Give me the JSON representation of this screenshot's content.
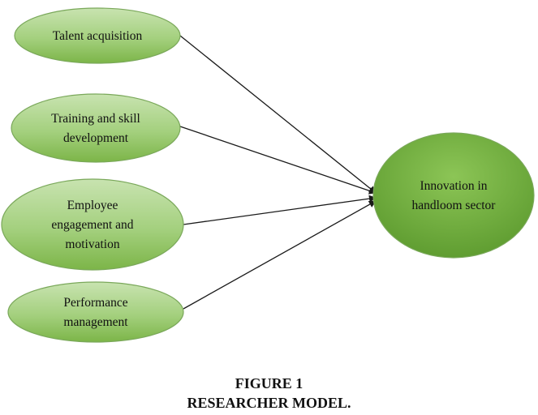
{
  "diagram": {
    "nodes": [
      {
        "id": "talent",
        "lines": [
          "Talent acquisition"
        ]
      },
      {
        "id": "training",
        "lines": [
          "Training and skill",
          "development"
        ]
      },
      {
        "id": "engagement",
        "lines": [
          "Employee",
          "engagement and",
          "motivation"
        ]
      },
      {
        "id": "performance",
        "lines": [
          "Performance",
          "management"
        ]
      },
      {
        "id": "innovation",
        "lines": [
          "Innovation in",
          "handloom sector"
        ]
      }
    ],
    "edges": [
      {
        "from": "talent",
        "to": "innovation"
      },
      {
        "from": "training",
        "to": "innovation"
      },
      {
        "from": "engagement",
        "to": "innovation"
      },
      {
        "from": "performance",
        "to": "innovation"
      }
    ]
  },
  "colors": {
    "ellipse_light": "#c8e3b0",
    "ellipse_mid": "#a4d07e",
    "ellipse_dark": "#7cb548",
    "ellipse_stroke": "#7aa85a",
    "target_light": "#8cc556",
    "target_dark": "#5c9a2e",
    "arrow": "#1a1a1a"
  },
  "caption": {
    "line1": "FIGURE 1",
    "line2": "RESEARCHER MODEL."
  }
}
